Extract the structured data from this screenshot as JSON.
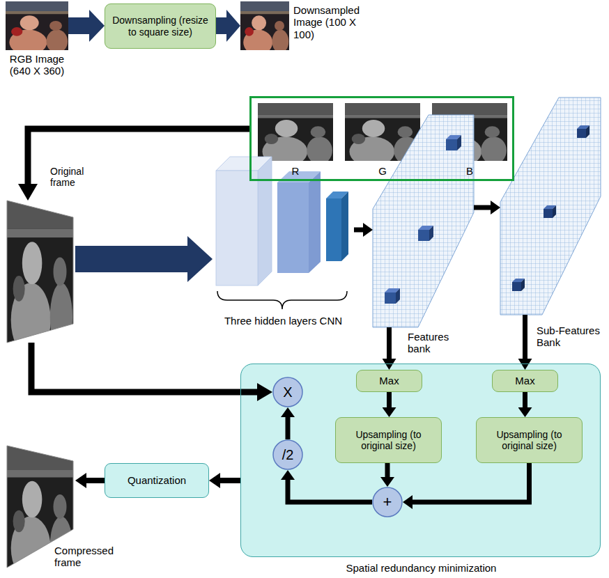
{
  "diagram": {
    "nodes": [
      {
        "text": [
          "RGB Image (640 X 360)"
        ]
      },
      {
        "text": [
          "Downsampling (resize to square size)"
        ]
      },
      {
        "text": [
          "Downsampled Image (100 X 100)"
        ]
      },
      {
        "text": [
          "R",
          "G",
          "B"
        ]
      },
      {
        "text": [
          "Original frame"
        ]
      },
      {
        "text": [
          "Three hidden layers CNN"
        ]
      },
      {
        "text": [
          "Features bank"
        ]
      },
      {
        "text": [
          "Sub-Features Bank"
        ]
      },
      {
        "text": [
          "Spatial redundancy minimization"
        ]
      },
      {
        "text": [
          "X"
        ],
        "in": 8
      },
      {
        "text": [
          "Max"
        ],
        "in": 8
      },
      {
        "text": [
          "Max"
        ],
        "in": 8
      },
      {
        "text": [
          "/2"
        ],
        "in": 8
      },
      {
        "text": [
          "Upsampling (to original size)"
        ],
        "in": 8
      },
      {
        "text": [
          "Upsampling (to original size)"
        ],
        "in": 8
      },
      {
        "text": [
          "+"
        ],
        "in": 8
      },
      {
        "text": [
          "Quantization"
        ]
      },
      {
        "text": [
          "Compressed frame"
        ]
      }
    ],
    "edges": [
      {
        "from": 0,
        "to": 1,
        "arrow": "to"
      },
      {
        "from": 1,
        "to": 2,
        "arrow": "to"
      },
      {
        "from": 3,
        "to": 4,
        "arrow": "to"
      },
      {
        "from": 4,
        "to": 5,
        "arrow": "to"
      },
      {
        "from": 5,
        "to": 6,
        "arrow": "to"
      },
      {
        "from": 6,
        "to": 7,
        "arrow": "to"
      },
      {
        "from": 6,
        "to": 10,
        "arrow": "to"
      },
      {
        "from": 7,
        "to": 11,
        "arrow": "to"
      },
      {
        "from": 10,
        "to": 13,
        "arrow": "to"
      },
      {
        "from": 11,
        "to": 14,
        "arrow": "to"
      },
      {
        "from": 13,
        "to": 15,
        "arrow": "to"
      },
      {
        "from": 14,
        "to": 15,
        "arrow": "to"
      },
      {
        "from": 15,
        "to": 12,
        "arrow": "to"
      },
      {
        "from": 12,
        "to": 9,
        "arrow": "to"
      },
      {
        "from": 4,
        "to": 9,
        "arrow": "to"
      },
      {
        "from": 8,
        "to": 16,
        "arrow": "to"
      },
      {
        "from": 16,
        "to": 17,
        "arrow": "to"
      }
    ]
  }
}
